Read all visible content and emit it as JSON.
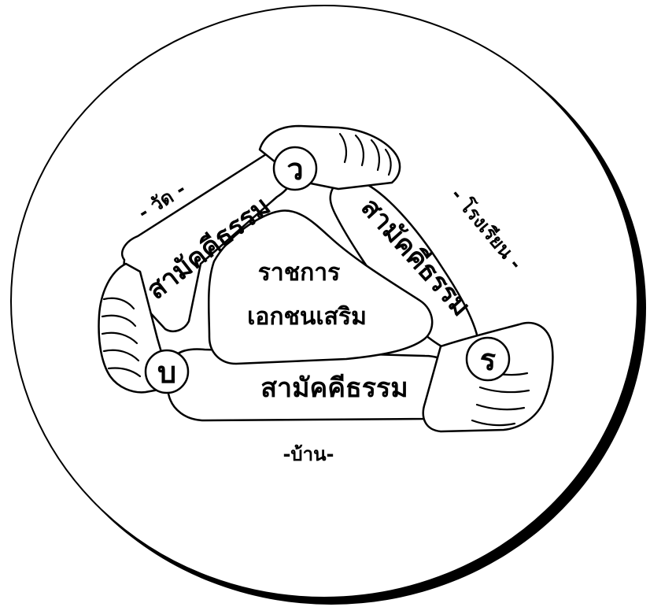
{
  "diagram": {
    "colors": {
      "ink": "#000000",
      "paper": "#ffffff"
    },
    "outer_labels": {
      "temple": "- วัด -",
      "school": "- โรงเรียน -",
      "home": "-บ้าน-"
    },
    "arm_labels": {
      "left": "สามัคคีธรรม",
      "right": "สามัคคีธรรม",
      "bottom": "สามัคคีธรรม"
    },
    "center_text": {
      "line1": "ราชการ",
      "line2": "เอกชนเสริม"
    },
    "corner_letters": {
      "top": "ว",
      "right": "ร",
      "left": "บ"
    }
  }
}
